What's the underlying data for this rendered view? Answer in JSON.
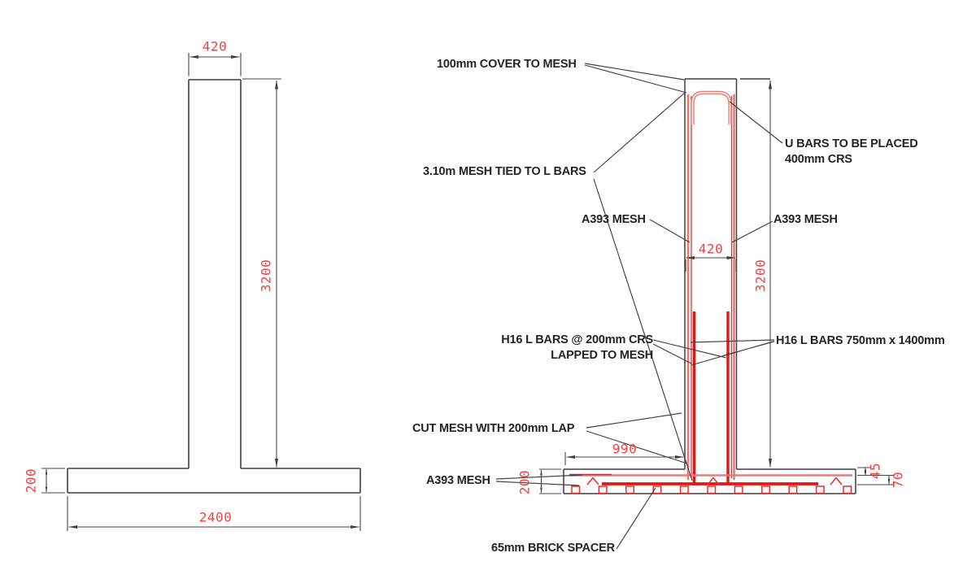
{
  "labels": {
    "cover": "100mm COVER TO MESH",
    "u_bars_line1": "U BARS TO BE PLACED",
    "u_bars_line2": "400mm CRS",
    "mesh_tied": "3.10m MESH TIED TO L BARS",
    "a393_left": "A393 MESH",
    "a393_right": "A393 MESH",
    "h16_left_line1": "H16 L BARS @ 200mm CRS",
    "h16_left_line2": "LAPPED TO MESH",
    "h16_right": "H16 L BARS 750mm x 1400mm",
    "cut_mesh": "CUT MESH WITH 200mm LAP",
    "a393_bottom": "A393 MESH",
    "brick_spacer": "65mm BRICK SPACER"
  },
  "dimensions": {
    "left_view": {
      "stem_width": "420",
      "wall_height": "3200",
      "base_thickness": "200",
      "base_width": "2400"
    },
    "right_view": {
      "stem_width": "420",
      "wall_height": "3200",
      "toe_width": "990",
      "base_thickness": "200",
      "mesh_top_cover": "45",
      "mesh_bottom_cover": "70"
    }
  },
  "colors": {
    "dimension_red": "#f4413d",
    "rebar_red": "#e81414",
    "mesh_pink": "#f37872",
    "line_dark": "#3f3f3f"
  }
}
